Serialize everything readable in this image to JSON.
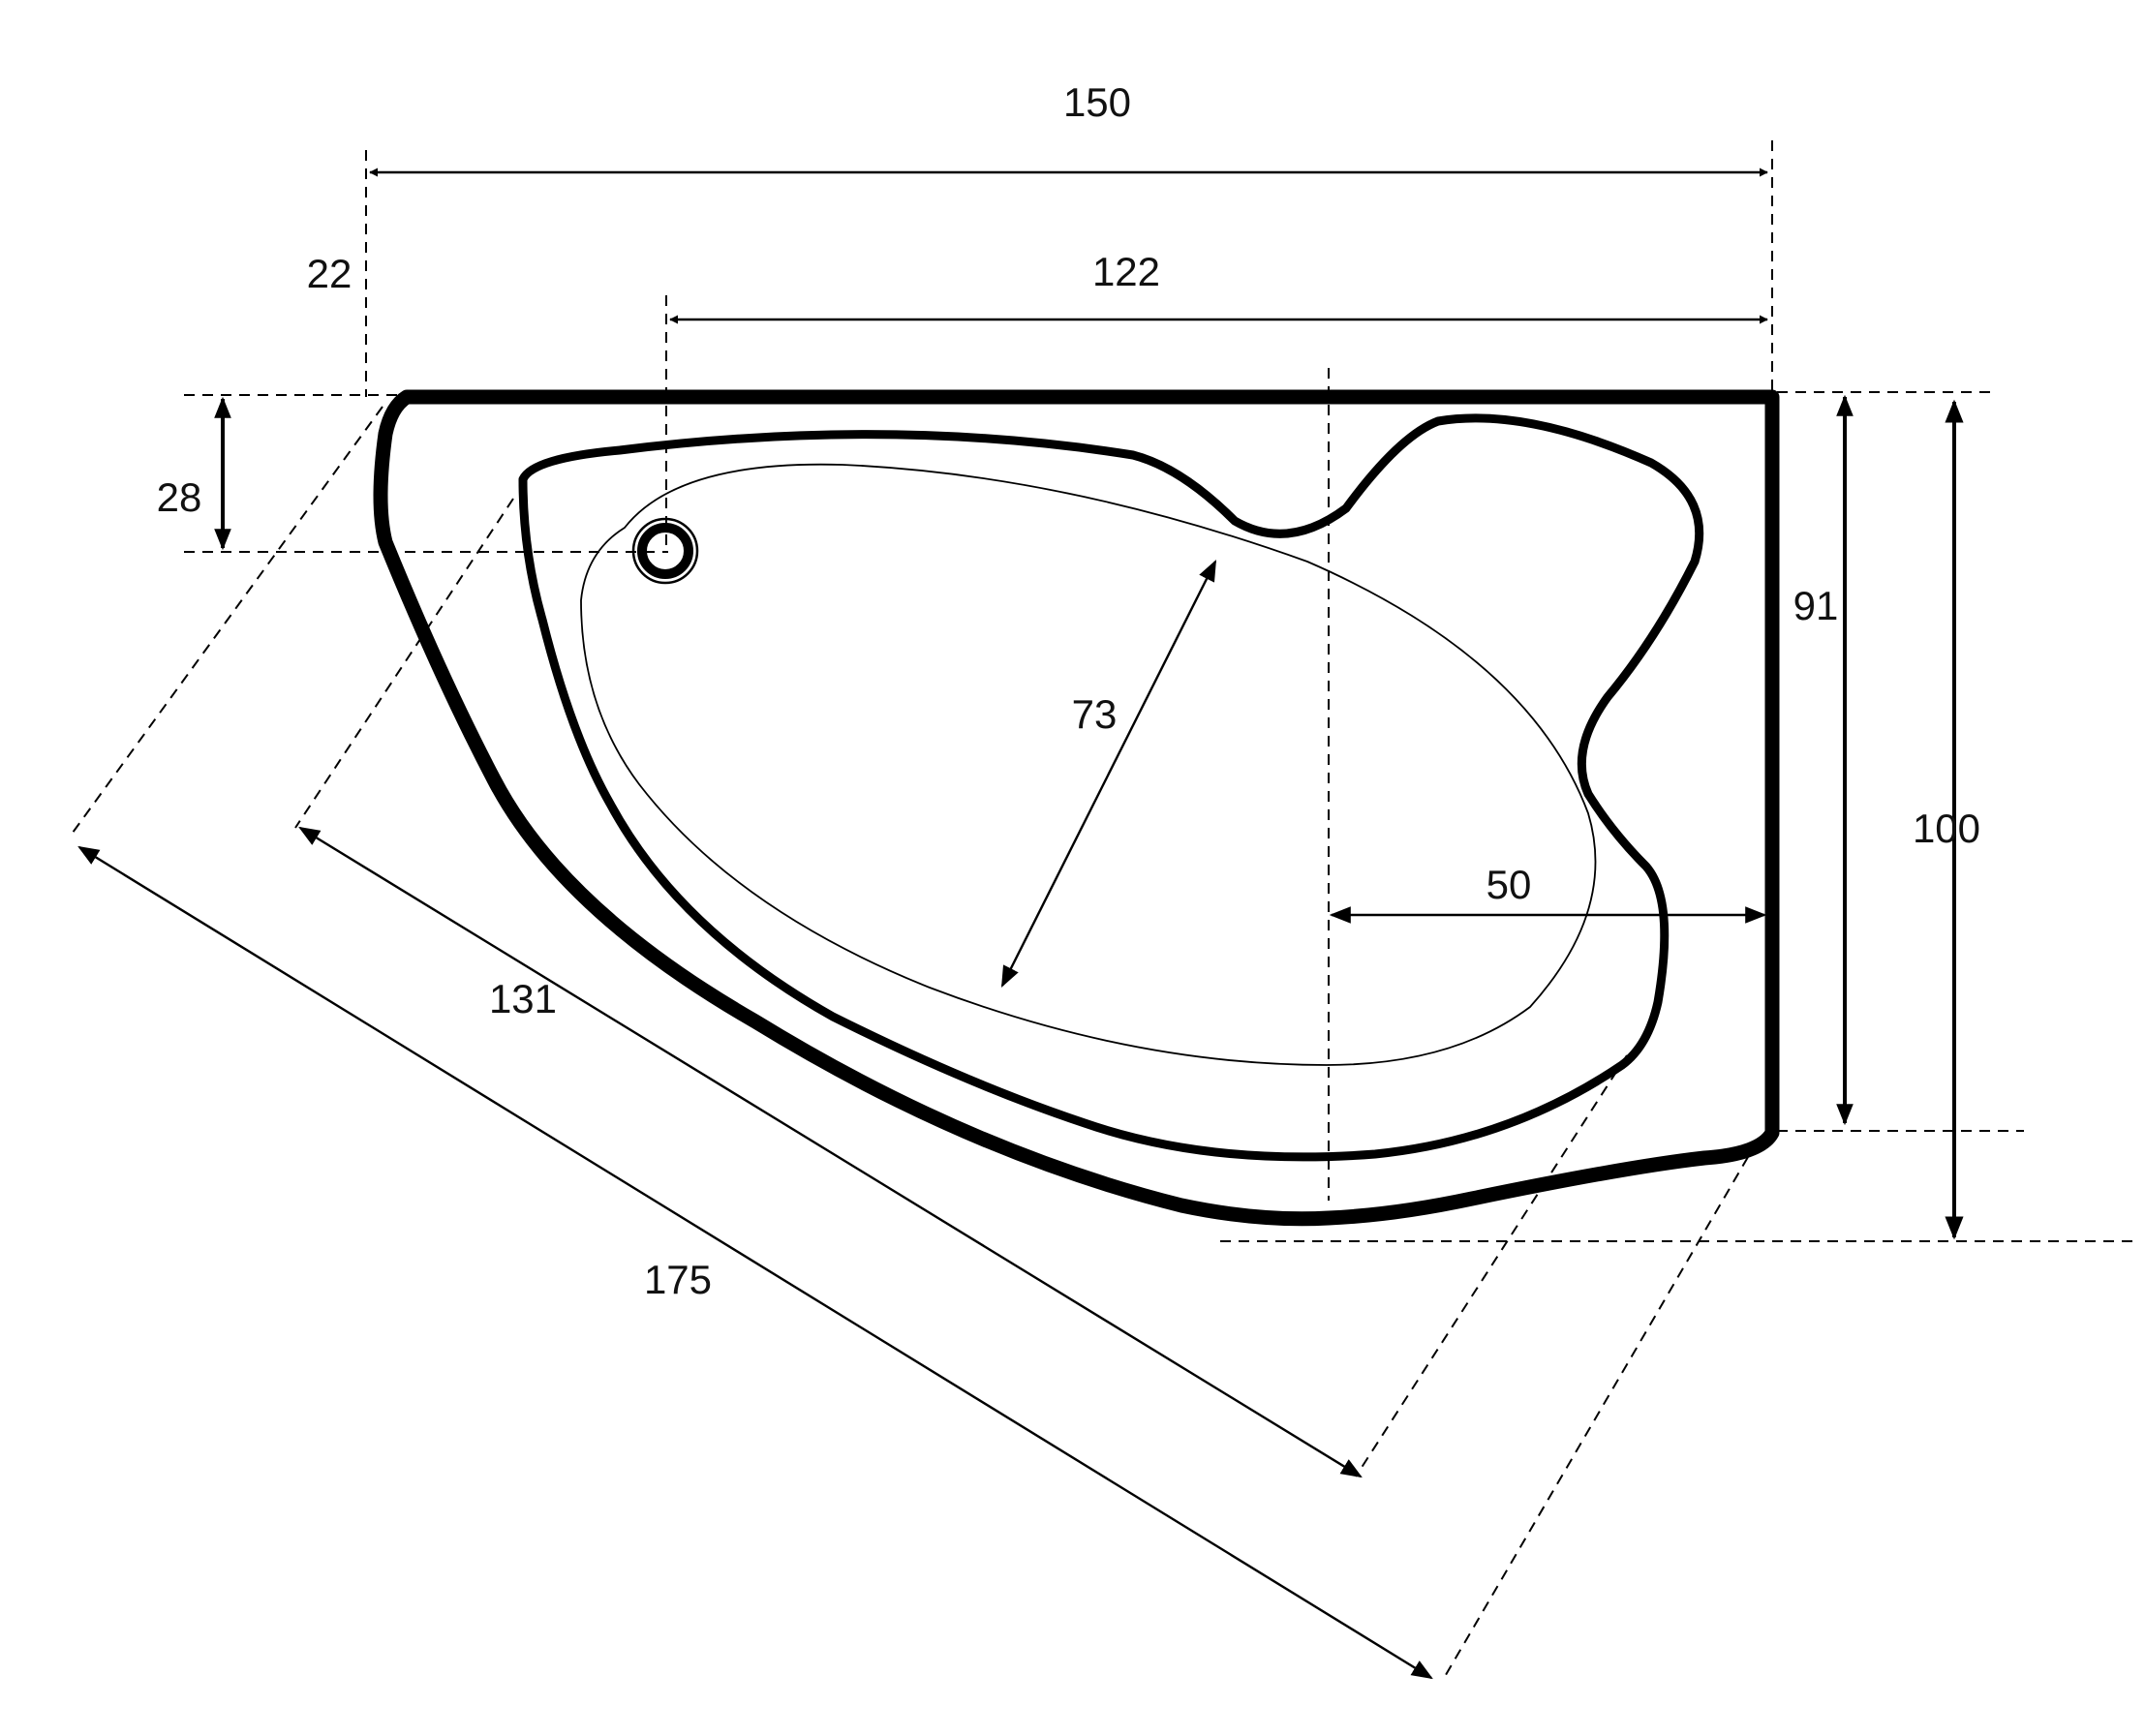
{
  "diagram": {
    "dimensions": {
      "width_total": "150",
      "width_inner": "122",
      "left_offset": "22",
      "drain_offset": "28",
      "height_side": "91",
      "height_total": "100",
      "basin_width": "73",
      "depth_to_center": "50",
      "diagonal_inner": "131",
      "diagonal_outer": "175"
    }
  }
}
